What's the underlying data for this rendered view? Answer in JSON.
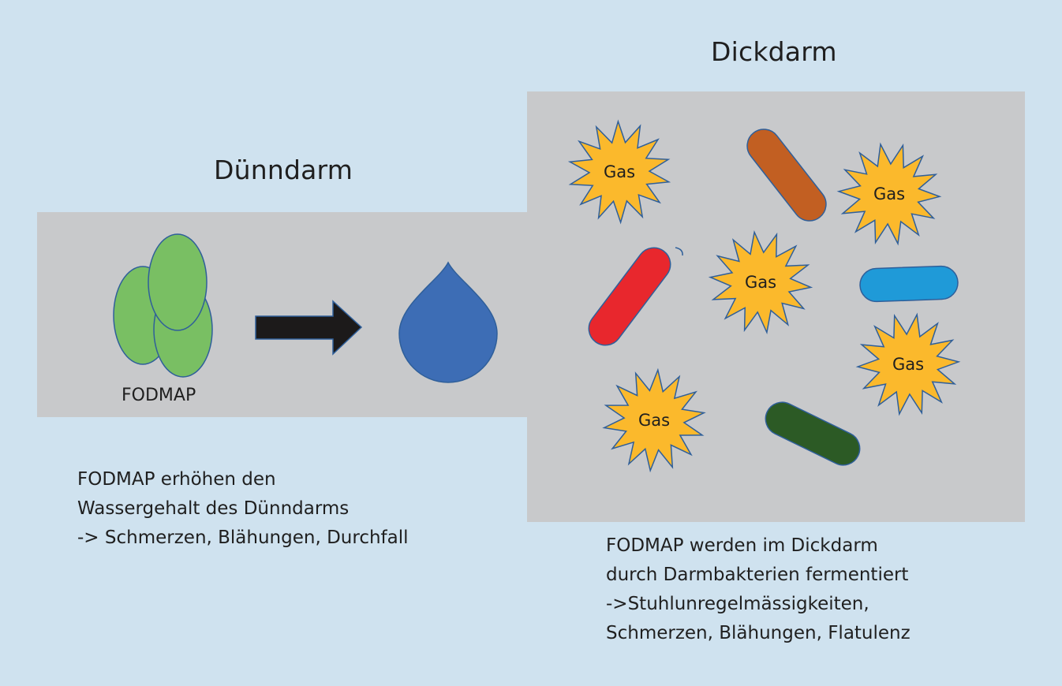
{
  "titles": {
    "small_intestine": "Dünndarm",
    "large_intestine": "Dickdarm"
  },
  "labels": {
    "fodmap": "FODMAP",
    "gas": "Gas"
  },
  "captions": {
    "small_intestine": [
      "FODMAP erhöhen den",
      "Wassergehalt des Dünndarms",
      "-> Schmerzen, Blähungen, Durchfall"
    ],
    "large_intestine": [
      "FODMAP werden im Dickdarm",
      "durch Darmbakterien fermentiert",
      "->Stuhlunregelmässigkeiten,",
      "Schmerzen, Blähungen, Flatulenz"
    ]
  },
  "colors": {
    "background": "#cfe2ef",
    "intestine": "#c8c9cb",
    "fodmap_green": "#79bf63",
    "water_blue": "#3d6db5",
    "gas_yellow": "#fbb92c",
    "bacteria_brown": "#c25f22",
    "bacteria_red": "#e8272d",
    "bacteria_blue": "#1f9ad8",
    "bacteria_green": "#2c5a25",
    "arrow": "#1c1a1a"
  }
}
